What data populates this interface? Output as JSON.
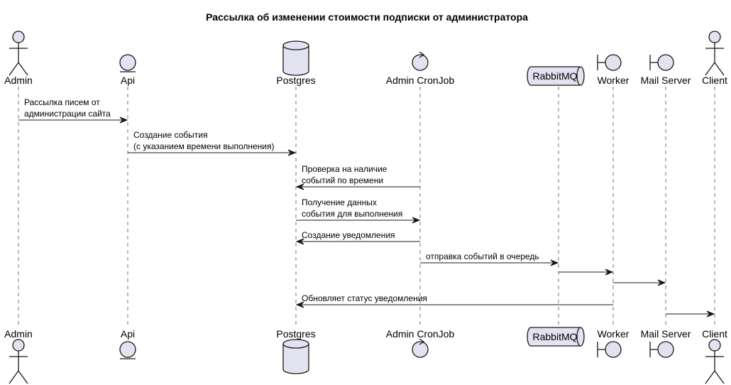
{
  "diagram": {
    "title": "Рассылка об изменении стоимости подписки от администратора",
    "participants": [
      {
        "id": "admin",
        "name": "Admin",
        "shape": "actor"
      },
      {
        "id": "api",
        "name": "Api",
        "shape": "entity"
      },
      {
        "id": "postgres",
        "name": "Postgres",
        "shape": "database"
      },
      {
        "id": "cron",
        "name": "Admin CronJob",
        "shape": "control"
      },
      {
        "id": "rabbit",
        "name": "RabbitMQ",
        "shape": "queue"
      },
      {
        "id": "worker",
        "name": "Worker",
        "shape": "boundary"
      },
      {
        "id": "mail",
        "name": "Mail Server",
        "shape": "boundary"
      },
      {
        "id": "client",
        "name": "Client",
        "shape": "actor"
      }
    ],
    "messages": [
      {
        "from": "admin",
        "to": "api",
        "lines": [
          "Рассылка писем от",
          "администрации сайта"
        ]
      },
      {
        "from": "api",
        "to": "postgres",
        "lines": [
          "Создание события",
          "(с указанием времени выполнения)"
        ]
      },
      {
        "from": "cron",
        "to": "postgres",
        "lines": [
          "Проверка на наличие",
          "событий по времени"
        ]
      },
      {
        "from": "postgres",
        "to": "cron",
        "lines": [
          "Получение данных",
          "события для выполнения"
        ]
      },
      {
        "from": "cron",
        "to": "postgres",
        "lines": [
          "Создание уведомления"
        ]
      },
      {
        "from": "cron",
        "to": "rabbit",
        "lines": [
          "отправка событий в очередь"
        ]
      },
      {
        "from": "rabbit",
        "to": "worker",
        "lines": []
      },
      {
        "from": "worker",
        "to": "mail",
        "lines": []
      },
      {
        "from": "worker",
        "to": "postgres",
        "lines": [
          "Обновляет статус уведомления"
        ]
      },
      {
        "from": "mail",
        "to": "client",
        "lines": []
      }
    ]
  },
  "colors": {
    "participant_fill": "#E2E2F0",
    "stroke": "#181818"
  }
}
